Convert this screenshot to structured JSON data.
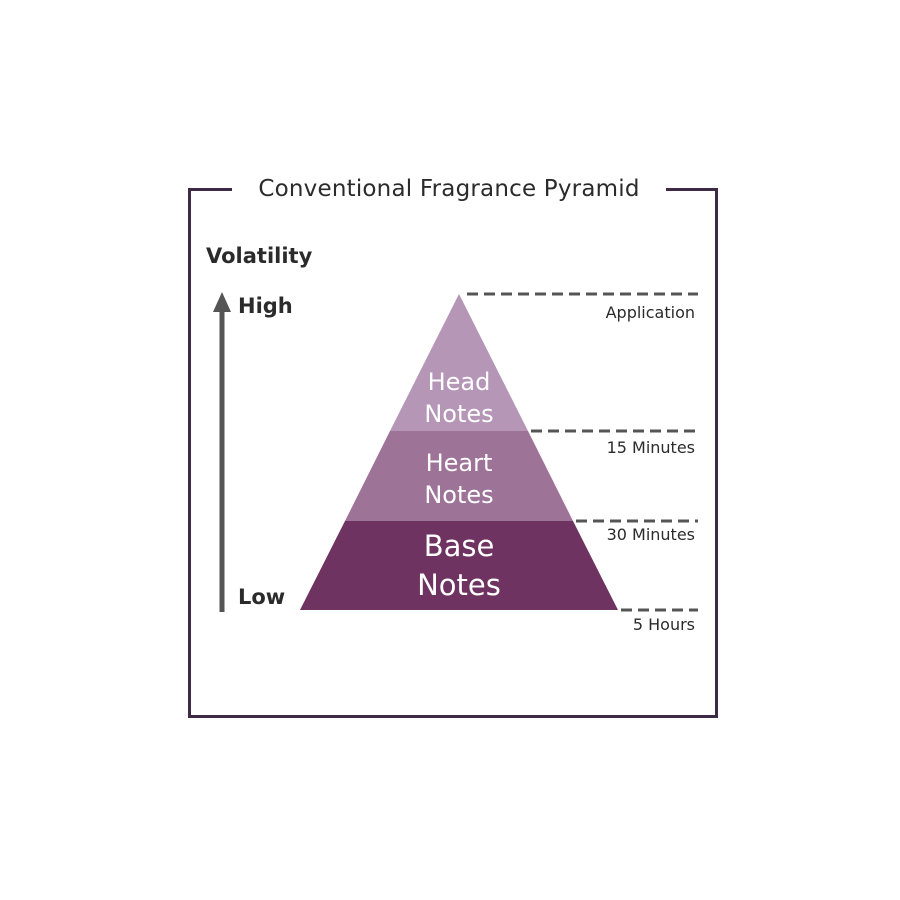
{
  "title": "Conventional Fragrance Pyramid",
  "axis": {
    "label": "Volatility",
    "high": "High",
    "low": "Low"
  },
  "layers": [
    {
      "id": "head",
      "label": "Head\nNotes",
      "color": "#b596b6"
    },
    {
      "id": "heart",
      "label": "Heart\nNotes",
      "color": "#9d7397"
    },
    {
      "id": "base",
      "label": "Base\nNotes",
      "color": "#6e3360"
    }
  ],
  "timeline": [
    {
      "label": "Application"
    },
    {
      "label": "15 Minutes"
    },
    {
      "label": "30 Minutes"
    },
    {
      "label": "5 Hours"
    }
  ],
  "colors": {
    "frame": "#3e2a44",
    "arrow": "#555555",
    "dashes": "#555555",
    "text": "#2b2b2b"
  }
}
